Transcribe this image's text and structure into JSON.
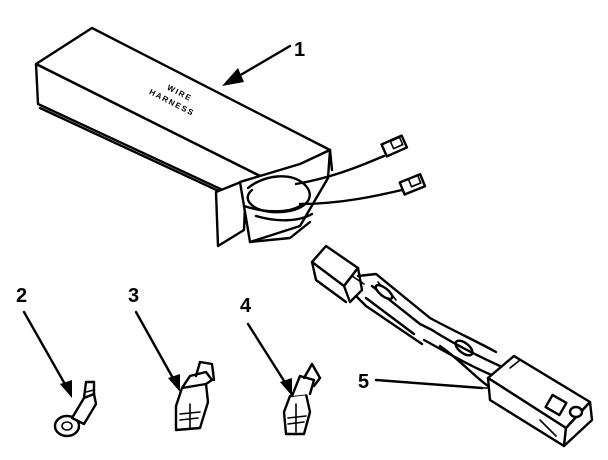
{
  "box_label": {
    "line1": "WIRE",
    "line2": "HARNESS"
  },
  "callouts": {
    "c1": "1",
    "c2": "2",
    "c3": "3",
    "c4": "4",
    "c5": "5"
  },
  "parts": [
    {
      "id": "1",
      "name": "wire-harness-box"
    },
    {
      "id": "2",
      "name": "ring-terminal"
    },
    {
      "id": "3",
      "name": "flag-terminal"
    },
    {
      "id": "4",
      "name": "spade-terminal"
    },
    {
      "id": "5",
      "name": "connector-harness"
    }
  ]
}
